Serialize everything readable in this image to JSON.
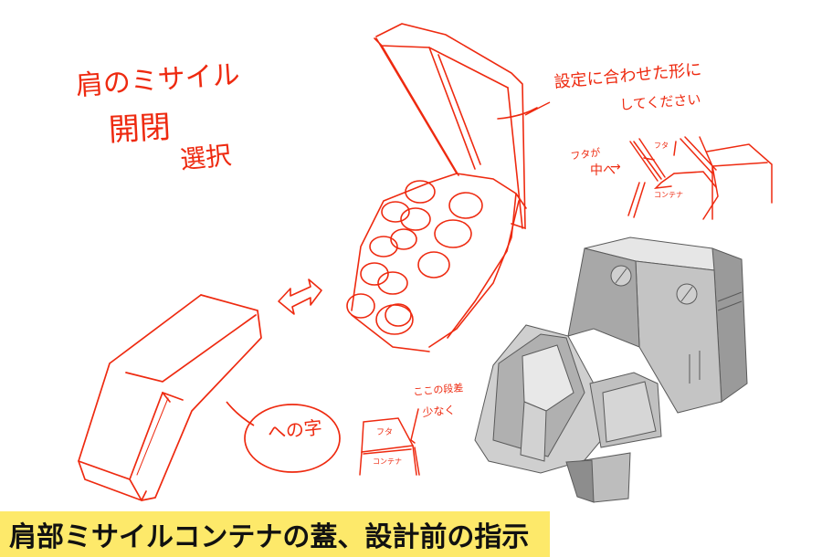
{
  "caption": {
    "text": "肩部ミサイルコンテナの蓋、設計前の指示",
    "background": "#fde96a"
  },
  "annotations": {
    "title_line1": "肩のミサイル",
    "title_line2": "開閉",
    "title_line3": "選択",
    "request": "設定に合わせた形に",
    "request_line2": "してください",
    "lid_inward": "フタが",
    "lid_inward_line2": "中へ",
    "detail_lid": "フタ",
    "detail_container": "コンテナ",
    "shape_bubble": "への字",
    "step_note": "ここの段差",
    "step_note_line2": "少なく",
    "box_lid": "フタ",
    "box_container": "コンテナ"
  },
  "colors": {
    "sketch_red": "#ee2a10",
    "model_light": "#d9d9d9",
    "model_mid": "#b8b8b8",
    "model_dark": "#8a8a8a"
  }
}
